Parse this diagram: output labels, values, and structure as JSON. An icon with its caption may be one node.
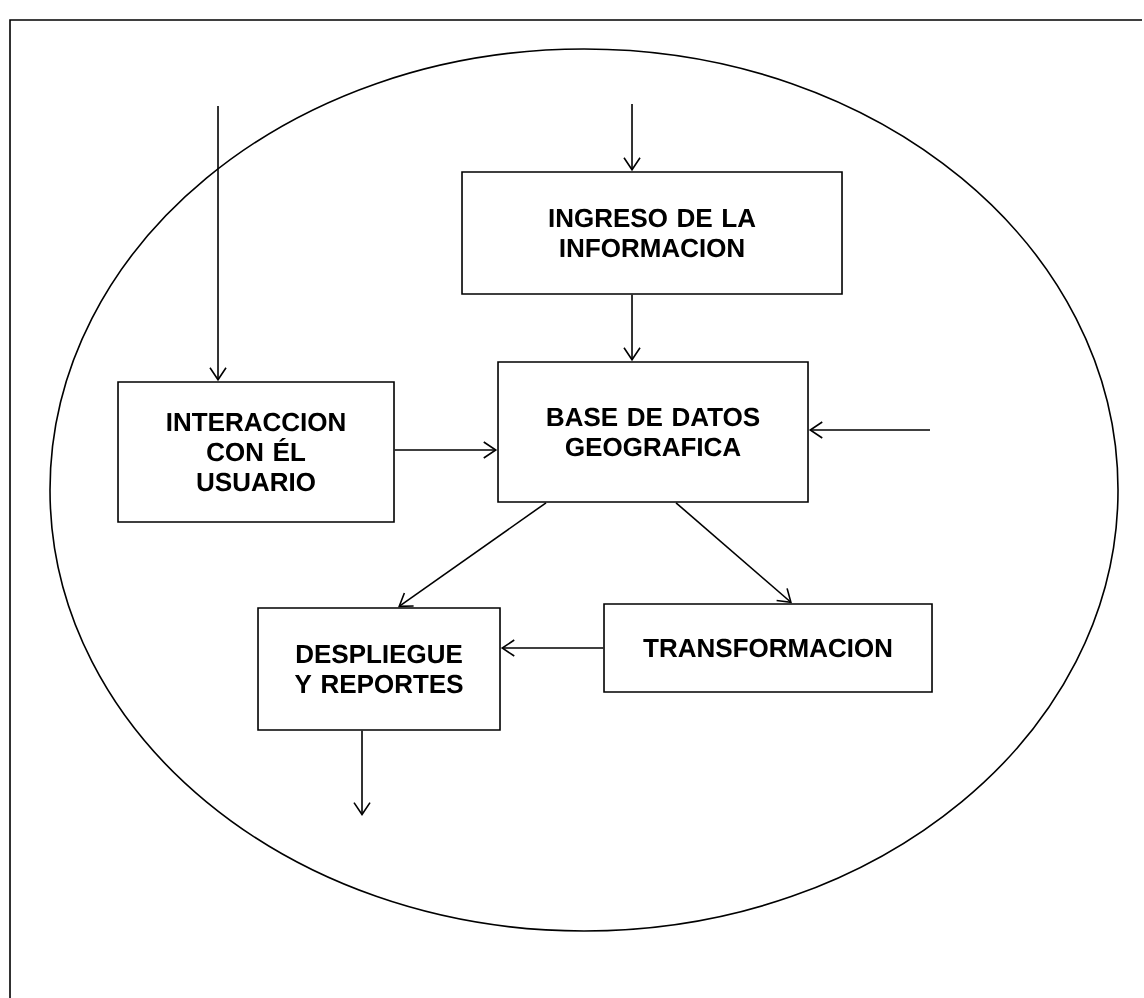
{
  "diagram": {
    "nodes": [
      {
        "text": [],
        "shape": "ellipse"
      },
      {
        "text": [
          "INGRESO DE LA INFORMACION"
        ],
        "in": 0
      },
      {
        "text": [
          "INTERACCION CON ÉL USUARIO"
        ],
        "in": 0
      },
      {
        "text": [
          "BASE DE DATOS GEOGRAFICA"
        ],
        "in": 0
      },
      {
        "text": [
          "DESPLIEGUE Y REPORTES"
        ],
        "in": 0
      },
      {
        "text": [
          "TRANSFORMACION"
        ],
        "in": 0
      }
    ],
    "edges": [
      {
        "from": null,
        "to": 1,
        "arrow": "to"
      },
      {
        "from": 1,
        "to": 3,
        "arrow": "to"
      },
      {
        "from": null,
        "to": 2,
        "arrow": "to"
      },
      {
        "from": 2,
        "to": 3,
        "arrow": "to"
      },
      {
        "from": null,
        "to": 3,
        "arrow": "to"
      },
      {
        "from": 3,
        "to": 4,
        "arrow": "to"
      },
      {
        "from": 3,
        "to": 5,
        "arrow": "to"
      },
      {
        "from": 5,
        "to": 4,
        "arrow": "to"
      },
      {
        "from": 4,
        "to": null,
        "arrow": "to"
      }
    ]
  }
}
